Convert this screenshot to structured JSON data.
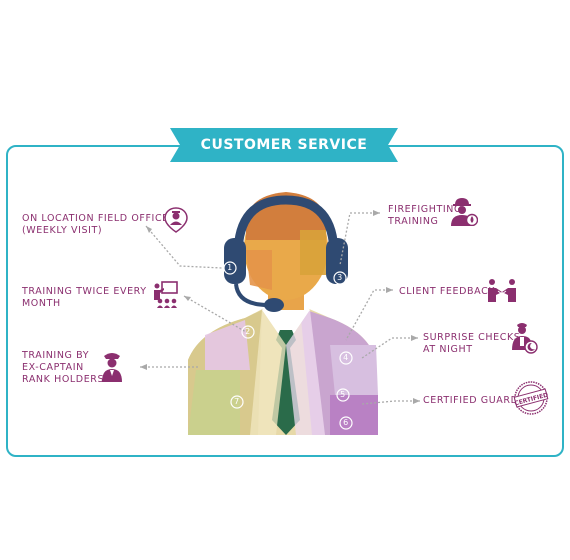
{
  "banner": {
    "title": "CUSTOMER SERVICE"
  },
  "badges": [
    "1",
    "2",
    "3",
    "4",
    "5",
    "6",
    "7"
  ],
  "features": {
    "field_officer": {
      "line1": "ON LOCATION FIELD OFFICER",
      "line2": "(WEEKLY VISIT)",
      "icon": "field-officer-icon"
    },
    "training": {
      "line1": "TRAINING TWICE EVERY",
      "line2": "MONTH",
      "icon": "training-presentation-icon"
    },
    "ex_captain": {
      "line1": "TRAINING BY",
      "line2": "EX-CAPTAIN",
      "line3": "RANK HOLDERS",
      "icon": "captain-icon"
    },
    "firefighting": {
      "line1": "FIREFIGHTING",
      "line2": "TRAINING",
      "icon": "firefighter-icon"
    },
    "client_feedback": {
      "line1": "CLIENT FEEDBACK",
      "icon": "handshake-icon"
    },
    "surprise_checks": {
      "line1": "SURPRISE CHECKS",
      "line2": "AT NIGHT",
      "icon": "night-check-icon"
    },
    "certified": {
      "line1": "CERTIFIED GUARDS",
      "icon": "certified-stamp-icon",
      "stamp_text": "CERTIFIED"
    }
  },
  "colors": {
    "accent": "#2fb3c6",
    "label": "#8b2f6f",
    "headset": "#2f4a72",
    "tie": "#2a6b4a"
  }
}
